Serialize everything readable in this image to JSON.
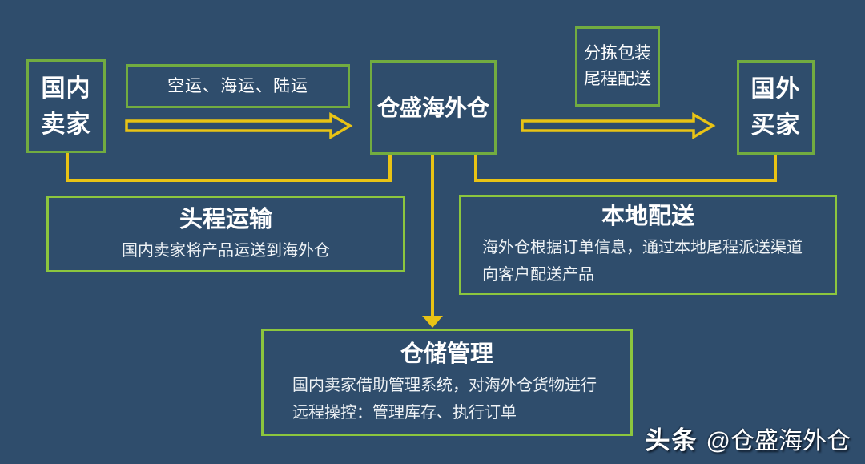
{
  "diagram": {
    "colors": {
      "background": "#2F4D6C",
      "node_border": "#72AC40",
      "panel_border": "#8CC63E",
      "connector_yellow": "#E9C315",
      "text": "#FFFFFF"
    },
    "nodes": {
      "domestic_seller": {
        "lines": [
          "国内",
          "卖家"
        ]
      },
      "transport_modes": {
        "label": "空运、海运、陆运"
      },
      "overseas_warehouse": {
        "label": "仓盛海外仓"
      },
      "sorting_delivery": {
        "lines": [
          "分拣包装",
          "尾程配送"
        ]
      },
      "foreign_buyer": {
        "lines": [
          "国外",
          "买家"
        ]
      }
    },
    "panels": {
      "first_leg_transport": {
        "title": "头程运输",
        "description": "国内卖家将产品运送到海外仓"
      },
      "local_delivery": {
        "title": "本地配送",
        "description": "海外仓根据订单信息，通过本地尾程派送渠道向客户配送产品"
      },
      "warehouse_management": {
        "title": "仓储管理",
        "description": "国内卖家借助管理系统，对海外仓货物进行远程操控：管理库存、执行订单"
      }
    },
    "watermark": {
      "brand": "头条",
      "handle": "@仓盛海外仓"
    }
  }
}
